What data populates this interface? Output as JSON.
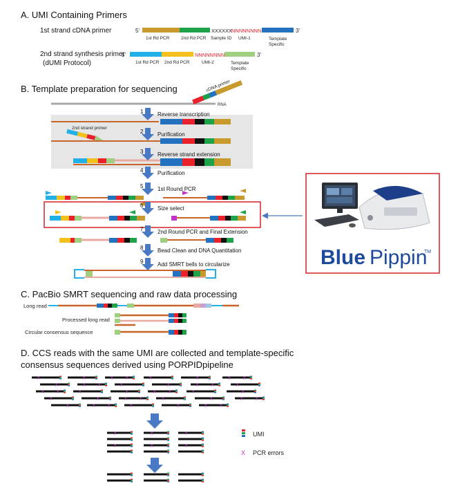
{
  "section_a": {
    "title": "A. UMI Containing Primers",
    "primer1_label": "1st strand cDNA primer",
    "primer2_label_line1": "2nd strand synthesis primer",
    "primer2_label_line2": "(dUMI Protocol)",
    "five_prime": "5'",
    "three_prime": "3'",
    "seg_1st_rd_pcr": "1st Rd PCR",
    "seg_2nd_rd_pcr": "2nd Rd PCR",
    "seg_sample_id": "Sample ID",
    "seq_x": "XXXXXX",
    "seq_n": "NNNNNNNN",
    "seg_umi1": "UMI-1",
    "seg_umi2": "UMI-2",
    "seg_template_line1": "Template",
    "seg_template_line2": "Specific"
  },
  "section_b": {
    "title": "B. Template preparation for sequencing",
    "rna_label": "RNA",
    "cdna_primer_label": "cDNA primer",
    "second_strand_primer_label": "2nd strand primer",
    "steps": [
      {
        "num": "1",
        "label": "Reverse transcription"
      },
      {
        "num": "2",
        "label": "Purification"
      },
      {
        "num": "3",
        "label": "Reverse strand extension"
      },
      {
        "num": "4",
        "label": "Purification"
      },
      {
        "num": "5",
        "label": "1st Round PCR"
      },
      {
        "num": "6",
        "label": "Size select"
      },
      {
        "num": "7",
        "label": "2nd Round PCR and Final Extension"
      },
      {
        "num": "8",
        "label": "Bead Clean and DNA Quantitation"
      },
      {
        "num": "9",
        "label": "Add SMRT bells to circularize"
      }
    ]
  },
  "bluepippin": {
    "brand_blue": "Blue",
    "brand_pippin": "Pippin",
    "tm": "TM"
  },
  "section_c": {
    "title": "C. PacBio SMRT sequencing and raw data processing",
    "long_read": "Long read",
    "processed_long_read": "Processed long read",
    "ccs": "Circular consensus sequence"
  },
  "section_d": {
    "title_line1": "D. CCS reads with the same UMI are collected and template-specific",
    "title_line2": "consensus sequences derived using PORPIDpipeline",
    "legend_umi": "UMI",
    "legend_pcr_symbol": "X",
    "legend_pcr": "PCR errors"
  },
  "colors": {
    "tan": "#c89a2e",
    "green": "#1fa34a",
    "red": "#e8212b",
    "blue": "#2272bf",
    "cyan": "#22b0e6",
    "yellow": "#f4c01e",
    "light_green": "#9fd07f",
    "strand": "#c8652a",
    "arrow_blue": "#4a79c4",
    "box_red": "#d42027",
    "magenta": "#c233c8",
    "light_pink": "#e8a9a0"
  }
}
